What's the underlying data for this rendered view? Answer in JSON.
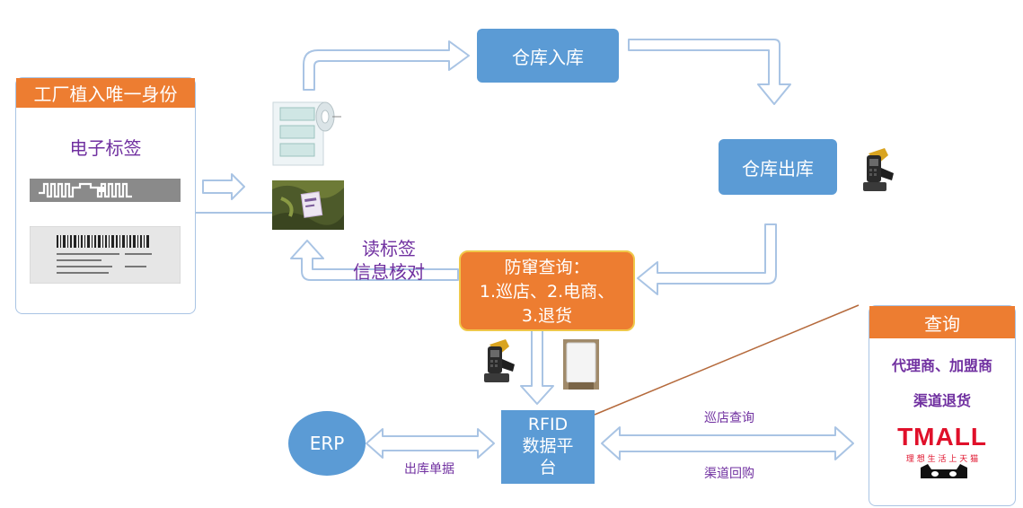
{
  "factory_card": {
    "header": "工厂植入唯一身份",
    "tag_label": "电子标签"
  },
  "steps": {
    "warehouse_in": "仓库入库",
    "warehouse_out": "仓库出库",
    "read_tag": [
      "读标签",
      "信息核对"
    ],
    "anti_counterfeit": [
      "防窜查询：",
      "1.巡店、2.电商、",
      "3.退货"
    ],
    "erp": "ERP",
    "rfid_platform": [
      "RFID",
      "数据平",
      "台"
    ]
  },
  "edge_labels": {
    "outbound_doc": "出库单据",
    "store_query": "巡店查询",
    "channel_return": "渠道回购"
  },
  "query_card": {
    "header": "查询",
    "line1": "代理商、加盟商",
    "line2": "渠道退货",
    "tmall_logo": "TMALL",
    "tmall_slogan": "理 想 生 活 上 天 猫"
  },
  "icons": [
    "rfid-tag-antenna-icon",
    "barcode-label-icon",
    "tag-roll-icon",
    "tagged-garment-photo",
    "handheld-scanner-icon",
    "rfid-reader-device-icon",
    "tmall-cat-icon"
  ],
  "colors": {
    "blue": "#5b9bd5",
    "orange": "#ed7d31",
    "purple": "#7030a0",
    "tmall_red": "#e0102a"
  }
}
